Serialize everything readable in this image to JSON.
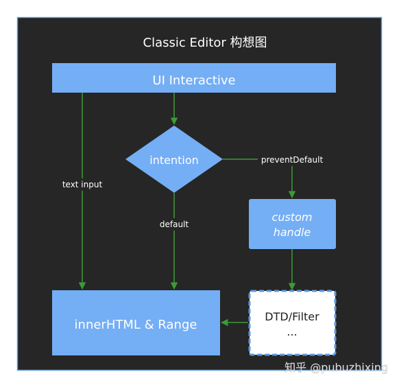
{
  "diagram": {
    "title": "Classic Editor 构想图",
    "nodes": {
      "ui_interactive": "UI Interactive",
      "intention": "intention",
      "custom_handle_line1": "custom",
      "custom_handle_line2": "handle",
      "innerhtml_range": "innerHTML & Range",
      "dtd_filter_line1": "DTD/Filter",
      "dtd_filter_line2": "..."
    },
    "edge_labels": {
      "text_input": "text input",
      "default": "default",
      "prevent_default": "preventDefault"
    },
    "watermark": "知乎 @pubuzhixing"
  },
  "colors": {
    "background": "#262626",
    "outer_border": "#5b9bd5",
    "node_fill": "#74aef5",
    "node_border": "#6fa7ef",
    "dashed_node_fill": "#ffffff",
    "dashed_border": "#5d9be3",
    "edge": "#3d9b35",
    "text_light": "#ffffff",
    "text_dark": "#222222"
  }
}
